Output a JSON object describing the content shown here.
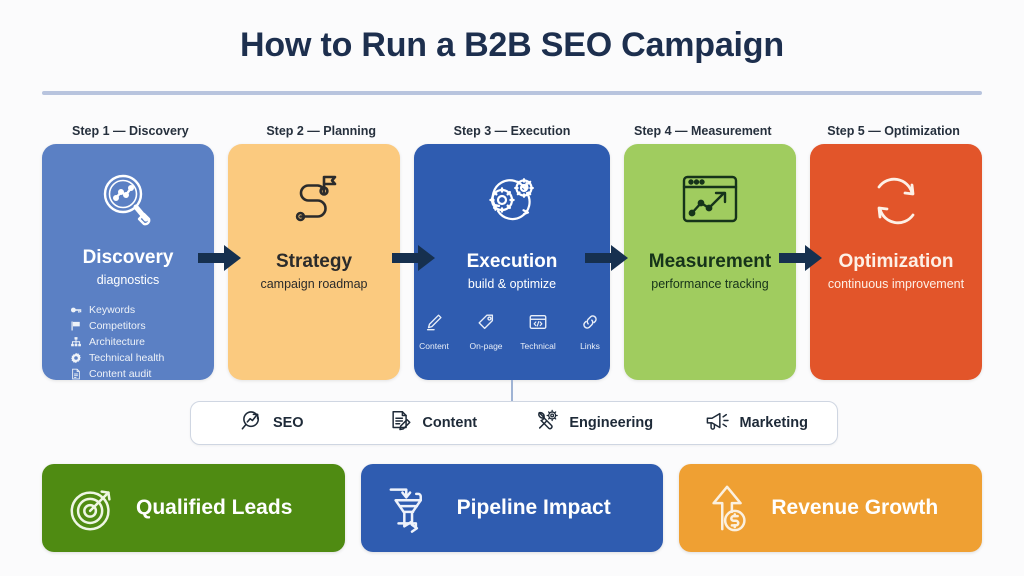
{
  "page": {
    "title": "How to Run a B2B SEO Campaign",
    "background": "#fbfbfc",
    "title_color": "#1d2f4e",
    "rule_color": "#b8c4de",
    "arrow_color": "#16304f"
  },
  "steps": [
    {
      "step_label": "Step 1 — Discovery",
      "title": "Discovery",
      "subtitle": "diagnostics",
      "color": "#5b80c4",
      "text_color": "#ffffff",
      "icon": "magnifier-chart-icon",
      "bullets": [
        {
          "label": "Keywords",
          "icon": "key-icon"
        },
        {
          "label": "Competitors",
          "icon": "flag-icon"
        },
        {
          "label": "Architecture",
          "icon": "sitemap-icon"
        },
        {
          "label": "Technical health",
          "icon": "gear-icon"
        },
        {
          "label": "Content audit",
          "icon": "document-icon"
        }
      ]
    },
    {
      "step_label": "Step 2 — Planning",
      "title": "Strategy",
      "subtitle": "campaign roadmap",
      "color": "#fbca7f",
      "text_color": "#2b2b2b",
      "icon": "winding-road-flag-icon",
      "bullets": []
    },
    {
      "step_label": "Step 3 — Execution",
      "title": "Execution",
      "subtitle": "build & optimize",
      "color": "#2f5cb0",
      "text_color": "#ffffff",
      "icon": "gears-cycle-icon",
      "bullets": [],
      "subicons": [
        {
          "label": "Content",
          "icon": "pencil-icon"
        },
        {
          "label": "On-page",
          "icon": "tag-icon"
        },
        {
          "label": "Technical",
          "icon": "code-window-icon"
        },
        {
          "label": "Links",
          "icon": "link-icon"
        }
      ]
    },
    {
      "step_label": "Step 4 — Measurement",
      "title": "Measurement",
      "subtitle": "performance tracking",
      "color": "#a0cc5f",
      "text_color": "#16331a",
      "icon": "browser-line-chart-icon",
      "bullets": []
    },
    {
      "step_label": "Step 5 — Optimization",
      "title": "Optimization",
      "subtitle": "continuous improvement",
      "color": "#e2552a",
      "text_color": "#fdf0e6",
      "icon": "refresh-cycle-icon",
      "bullets": []
    }
  ],
  "owners": [
    {
      "label": "SEO",
      "icon": "magnifier-arrow-icon"
    },
    {
      "label": "Content",
      "icon": "document-pencil-icon"
    },
    {
      "label": "Engineering",
      "icon": "wrench-gear-icon"
    },
    {
      "label": "Marketing",
      "icon": "megaphone-icon"
    }
  ],
  "outcomes": [
    {
      "label": "Qualified Leads",
      "color": "#4f8b12",
      "icon": "target-arrow-icon"
    },
    {
      "label": "Pipeline Impact",
      "color": "#2f5cb0",
      "icon": "funnel-icon"
    },
    {
      "label": "Revenue Growth",
      "color": "#efa033",
      "icon": "up-arrow-dollar-icon"
    }
  ]
}
